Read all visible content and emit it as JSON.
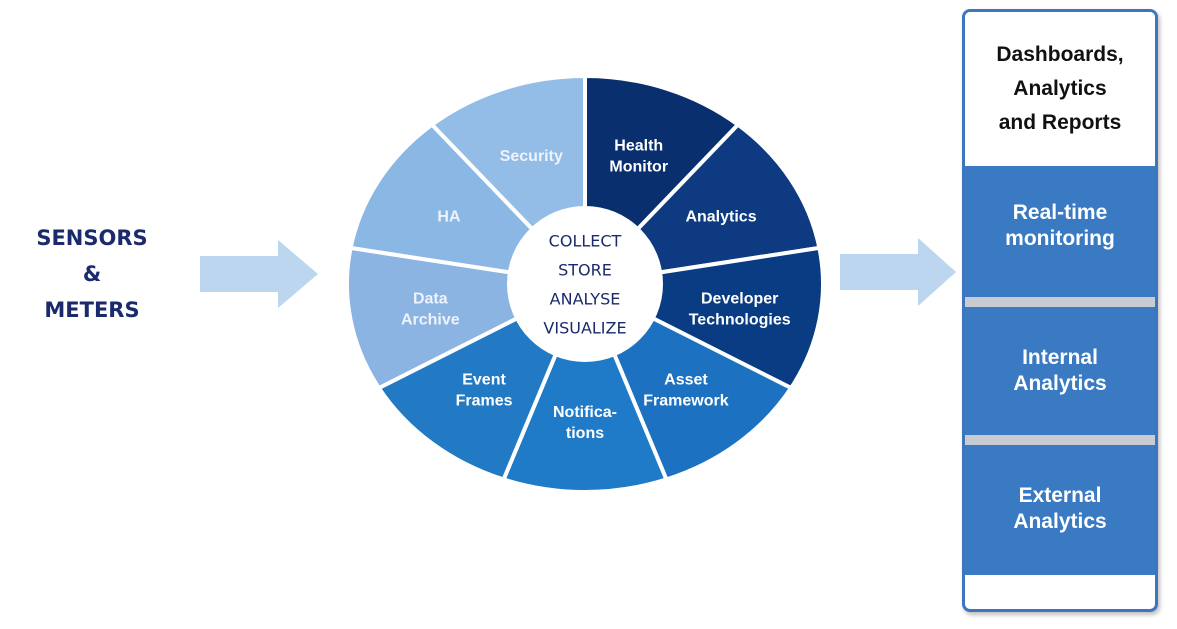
{
  "input_label": {
    "line1": "SENSORS",
    "line2": "&",
    "line3": "METERS"
  },
  "wheel": {
    "center": [
      "COLLECT",
      "STORE",
      "ANALYSE",
      "VISUALIZE"
    ],
    "segments": [
      {
        "lines": [
          "Health",
          "Monitor"
        ],
        "color": "#0a2f6e"
      },
      {
        "lines": [
          "Analytics"
        ],
        "color": "#0d3a80"
      },
      {
        "lines": [
          "Developer",
          "Technologies"
        ],
        "color": "#0a3c83"
      },
      {
        "lines": [
          "Asset",
          "Framework"
        ],
        "color": "#1c72c0"
      },
      {
        "lines": [
          "Notifica-",
          "tions"
        ],
        "color": "#1f7ac8"
      },
      {
        "lines": [
          "Event",
          "Frames"
        ],
        "color": "#2279c4"
      },
      {
        "lines": [
          "Data",
          "Archive"
        ],
        "color": "#8bb4e2"
      },
      {
        "lines": [
          "HA"
        ],
        "color": "#8bb7e4"
      },
      {
        "lines": [
          "Security"
        ],
        "color": "#93bde7"
      }
    ]
  },
  "panel": {
    "top_line1": "Dashboards,",
    "top_line2": "Analytics",
    "top_line3": "and Reports",
    "realtime_line1": "Real-time",
    "realtime_line2": "monitoring",
    "internal_line1": "Internal",
    "internal_line2": "Analytics",
    "external_line1": "External",
    "external_line2": "Analytics"
  },
  "colors": {
    "arrow": "#bcd6ef",
    "panel_blue": "#3a7ac2",
    "panel_border": "#3d76be",
    "label_navy": "#1a2a6c"
  }
}
